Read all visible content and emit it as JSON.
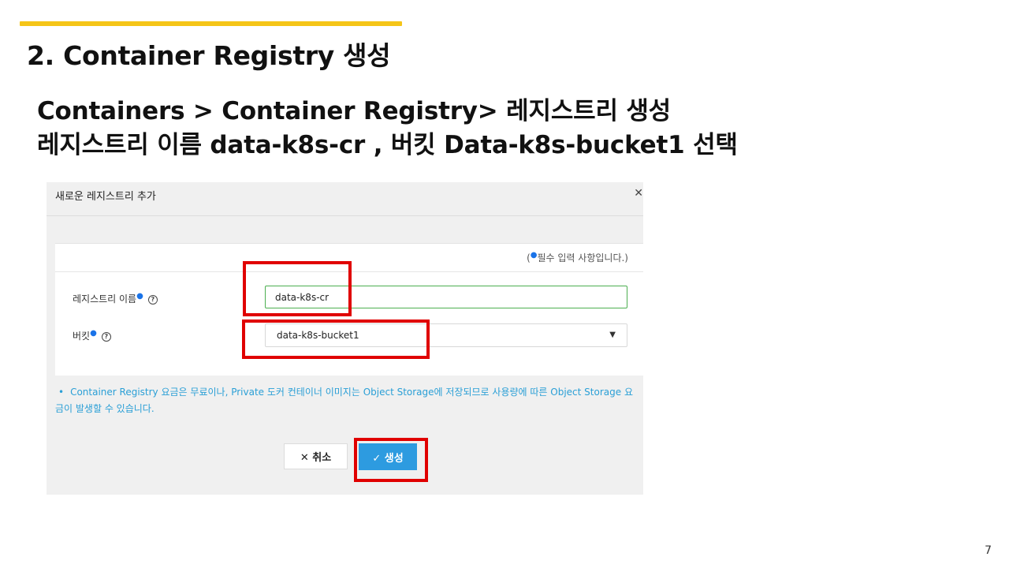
{
  "slide": {
    "title": "2. Container Registry 생성",
    "instruction_line1": "Containers > Container Registry> 레지스트리 생성",
    "instruction_line2": "레지스트리 이름 data-k8s-cr , 버킷 Data-k8s-bucket1 선택",
    "page_number": "7",
    "accent_color": "#f5c518"
  },
  "dialog": {
    "title": "새로운 레지스트리 추가",
    "close_icon": "✕",
    "required_note_prefix": "(",
    "required_dot": "●",
    "required_note_text": "필수 입력 사항입니다.)",
    "registry_name_label": "레지스트리 이름",
    "registry_name_value": "data-k8s-cr",
    "bucket_label": "버킷",
    "bucket_value": "data-k8s-bucket1",
    "help_icon": "?",
    "dropdown_icon": "▼",
    "info_bullet": "•",
    "info_text": "Container Registry 요금은 무료이나, Private 도커 컨테이너 이미지는 Object Storage에 저장되므로 사용량에 따른 Object Storage 요금이 발생할 수 있습니다.",
    "cancel_label": "✕ 취소",
    "create_label": "✓ 생성",
    "accent_color": "#2d9be0",
    "highlight_color": "#e00000"
  }
}
